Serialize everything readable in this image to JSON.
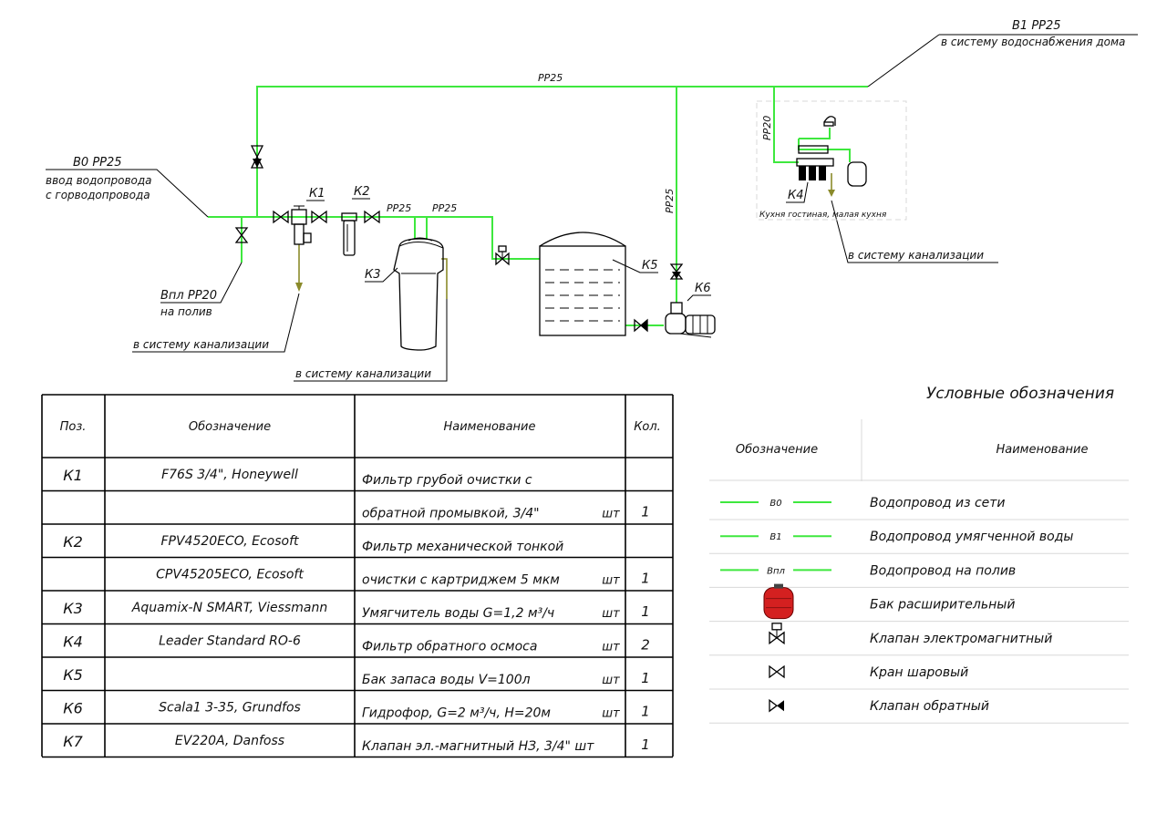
{
  "diagram": {
    "top_pipe_label": "PP25",
    "b1_label": "В1 PP25",
    "b1_sub": "в систему водоснабжения дома",
    "b0_label": "В0 PP25",
    "b0_sub1": "ввод водопровода",
    "b0_sub2": "с горводопровода",
    "vpl_label": "Впл PP20",
    "vpl_sub": "на полив",
    "drain1": "в систему канализации",
    "drain2": "в систему канализации",
    "drain3": "в систему канализации",
    "k1": "К1",
    "k2": "К2",
    "k3": "К3",
    "k4": "К4",
    "k5": "К5",
    "k6": "К6",
    "pp25_a": "PP25",
    "pp25_b": "PP25",
    "pp25_vert": "PP25",
    "pp20_vert": "PP20",
    "kitchen": "Кухня гостиная, малая кухня"
  },
  "spec_table": {
    "headers": [
      "Поз.",
      "Обозначение",
      "Наименование",
      "Кол."
    ],
    "rows": [
      {
        "pos": "К1",
        "designation": "F76S 3/4\", Honeywell",
        "name": "Фильтр грубой очистки с",
        "unit": "",
        "qty": ""
      },
      {
        "pos": "",
        "designation": "",
        "name": "обратной промывкой, 3/4\"",
        "unit": "шт",
        "qty": "1"
      },
      {
        "pos": "К2",
        "designation": "FPV4520ECO, Ecosoft",
        "name": "Фильтр механической тонкой",
        "unit": "",
        "qty": ""
      },
      {
        "pos": "",
        "designation": "CPV45205ECO, Ecosoft",
        "name": "очистки с картриджем 5 мкм",
        "unit": "шт",
        "qty": "1"
      },
      {
        "pos": "К3",
        "designation": "Aquamix-N SMART, Viessmann",
        "name": "Умягчитель воды G=1,2 м³/ч",
        "unit": "шт",
        "qty": "1"
      },
      {
        "pos": "К4",
        "designation": "Leader Standard RO-6",
        "name": "Фильтр обратного осмоса",
        "unit": "шт",
        "qty": "2"
      },
      {
        "pos": "К5",
        "designation": "",
        "name": "Бак запаса воды V=100л",
        "unit": "шт",
        "qty": "1"
      },
      {
        "pos": "К6",
        "designation": "Scala1 3-35, Grundfos",
        "name": "Гидрофор, G=2 м³/ч, H=20м",
        "unit": "шт",
        "qty": "1"
      },
      {
        "pos": "К7",
        "designation": "EV220A, Danfoss",
        "name": "Клапан эл.-магнитный НЗ, 3/4\" шт",
        "unit": "",
        "qty": "1"
      }
    ]
  },
  "legend": {
    "title": "Условные обозначения",
    "headers": [
      "Обозначение",
      "Наименование"
    ],
    "rows": [
      {
        "symbol": "line",
        "code": "В0",
        "name": "Водопровод из сети"
      },
      {
        "symbol": "line",
        "code": "В1",
        "name": "Водопровод умягченной воды"
      },
      {
        "symbol": "line",
        "code": "Впл",
        "name": "Водопровод на полив"
      },
      {
        "symbol": "tank-icon",
        "code": "",
        "name": "Бак расширительный"
      },
      {
        "symbol": "solenoid-valve-icon",
        "code": "",
        "name": "Клапан электромагнитный"
      },
      {
        "symbol": "ball-valve-icon",
        "code": "",
        "name": "Кран шаровый"
      },
      {
        "symbol": "check-valve-icon",
        "code": "",
        "name": "Клапан обратный"
      }
    ]
  },
  "colors": {
    "pipe": "#3ee83e",
    "drain": "#8a8a2a",
    "tank": "#d42020"
  }
}
